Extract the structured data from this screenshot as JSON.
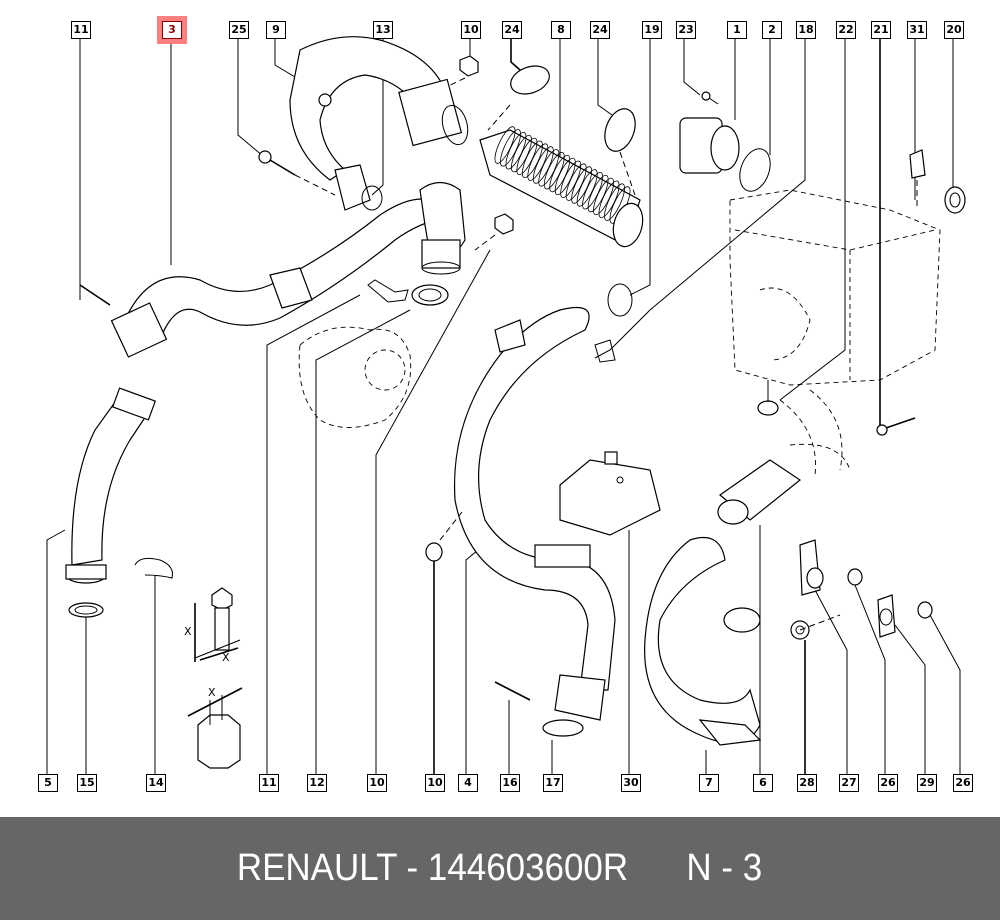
{
  "diagram": {
    "type": "exploded-parts-diagram",
    "highlight_color": "#ff8080",
    "highlighted_callout": "3",
    "top_callouts": [
      {
        "id": "top-11",
        "label": "11"
      },
      {
        "id": "top-3",
        "label": "3",
        "highlighted": true
      },
      {
        "id": "top-25",
        "label": "25"
      },
      {
        "id": "top-9",
        "label": "9"
      },
      {
        "id": "top-13",
        "label": "13"
      },
      {
        "id": "top-10",
        "label": "10"
      },
      {
        "id": "top-24a",
        "label": "24"
      },
      {
        "id": "top-8",
        "label": "8"
      },
      {
        "id": "top-24b",
        "label": "24"
      },
      {
        "id": "top-19",
        "label": "19"
      },
      {
        "id": "top-23",
        "label": "23"
      },
      {
        "id": "top-1",
        "label": "1"
      },
      {
        "id": "top-2",
        "label": "2"
      },
      {
        "id": "top-18",
        "label": "18"
      },
      {
        "id": "top-22",
        "label": "22"
      },
      {
        "id": "top-21",
        "label": "21"
      },
      {
        "id": "top-31",
        "label": "31"
      },
      {
        "id": "top-20",
        "label": "20"
      }
    ],
    "bottom_callouts": [
      {
        "id": "bot-5",
        "label": "5"
      },
      {
        "id": "bot-15",
        "label": "15"
      },
      {
        "id": "bot-14",
        "label": "14"
      },
      {
        "id": "bot-11",
        "label": "11"
      },
      {
        "id": "bot-12",
        "label": "12"
      },
      {
        "id": "bot-10a",
        "label": "10"
      },
      {
        "id": "bot-10b",
        "label": "10"
      },
      {
        "id": "bot-4",
        "label": "4"
      },
      {
        "id": "bot-16",
        "label": "16"
      },
      {
        "id": "bot-17",
        "label": "17"
      },
      {
        "id": "bot-30",
        "label": "30"
      },
      {
        "id": "bot-7",
        "label": "7"
      },
      {
        "id": "bot-6",
        "label": "6"
      },
      {
        "id": "bot-28",
        "label": "28"
      },
      {
        "id": "bot-27",
        "label": "27"
      },
      {
        "id": "bot-26a",
        "label": "26"
      },
      {
        "id": "bot-29",
        "label": "29"
      },
      {
        "id": "bot-26b",
        "label": "26"
      }
    ],
    "dimension_marks": [
      "X",
      "X",
      "X"
    ]
  },
  "banner": {
    "brand": "RENAULT",
    "separator": " - ",
    "part_number": "144603600R",
    "position_prefix": "N",
    "position_value": "3",
    "background": "#666666",
    "text_color": "#ffffff"
  }
}
